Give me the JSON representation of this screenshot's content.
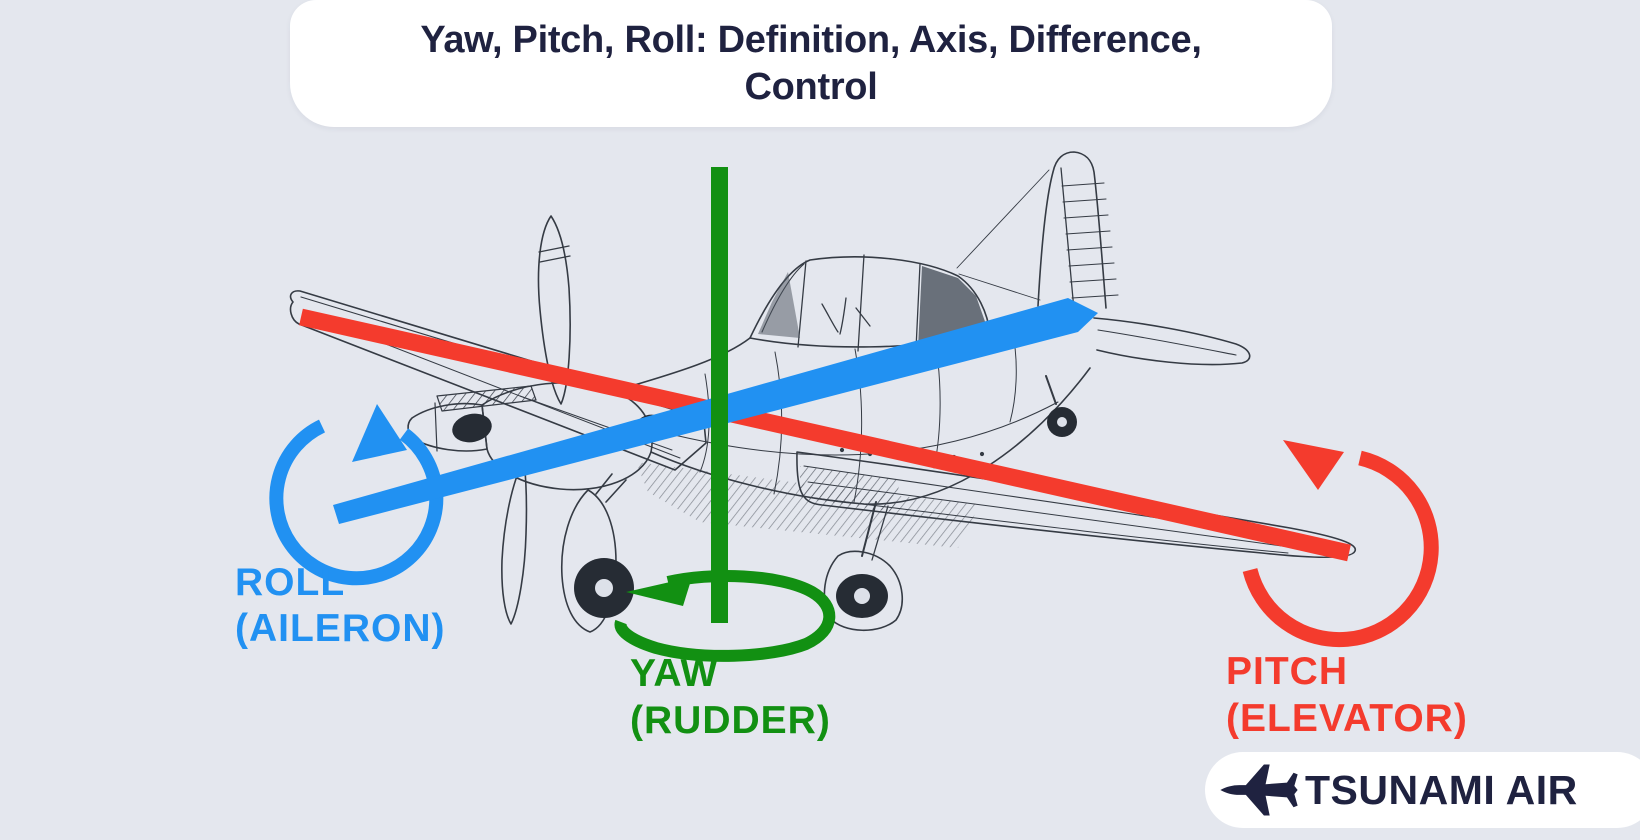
{
  "title": {
    "line1": "Yaw, Pitch, Roll: Definition, Axis, Difference,",
    "line2": "Control"
  },
  "axis_labels": {
    "roll": {
      "name": "ROLL",
      "control": "(AILERON)"
    },
    "yaw": {
      "name": "YAW",
      "control": "(RUDDER)"
    },
    "pitch": {
      "name": "PITCH",
      "control": "(ELEVATOR)"
    }
  },
  "brand": {
    "name": "TSUNAMI AIR",
    "icon": "jet-plane-icon"
  },
  "diagram": {
    "subject": "single-engine propeller airplane line drawing",
    "axes": [
      {
        "id": "roll",
        "label": "ROLL (AILERON)",
        "color": "#2191F2"
      },
      {
        "id": "yaw",
        "label": "YAW (RUDDER)",
        "color": "#129012"
      },
      {
        "id": "pitch",
        "label": "PITCH (ELEVATOR)",
        "color": "#F43B2D"
      }
    ]
  },
  "colors": {
    "background": "#E4E7EE",
    "card": "#FFFFFF",
    "title_text": "#1F2240",
    "roll_blue": "#2191F2",
    "yaw_green": "#129012",
    "pitch_red": "#F43B2D",
    "sketch_ink": "#353B44"
  }
}
